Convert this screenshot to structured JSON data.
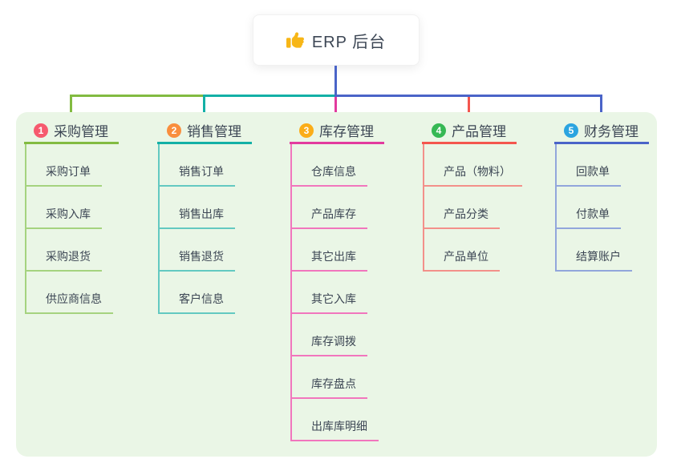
{
  "root": {
    "label": "ERP 后台",
    "icon": "thumbs-up-icon"
  },
  "colors": {
    "stem": "#4a64c8",
    "panel_bg": "#eaf6e6",
    "text": "#3c4654"
  },
  "branches": [
    {
      "index": "1",
      "label": "采购管理",
      "badge_color": "#f65a6e",
      "line_color": "#82bb41",
      "child_line_color": "#a5d37f",
      "children": [
        "采购订单",
        "采购入库",
        "采购退货",
        "供应商信息"
      ]
    },
    {
      "index": "2",
      "label": "销售管理",
      "badge_color": "#f98e3d",
      "line_color": "#13b0a6",
      "child_line_color": "#63c9c1",
      "children": [
        "销售订单",
        "销售出库",
        "销售退货",
        "客户信息"
      ]
    },
    {
      "index": "3",
      "label": "库存管理",
      "badge_color": "#fbad18",
      "line_color": "#e23a9e",
      "child_line_color": "#f176bd",
      "children": [
        "仓库信息",
        "产品库存",
        "其它出库",
        "其它入库",
        "库存调拨",
        "库存盘点",
        "出库库明细"
      ]
    },
    {
      "index": "4",
      "label": "产品管理",
      "badge_color": "#36b854",
      "line_color": "#f4564e",
      "child_line_color": "#f3908a",
      "children": [
        "产品（物料）",
        "产品分类",
        "产品单位"
      ]
    },
    {
      "index": "5",
      "label": "财务管理",
      "badge_color": "#2ba4e0",
      "line_color": "#4a64c8",
      "child_line_color": "#92a6dc",
      "children": [
        "回款单",
        "付款单",
        "结算账户"
      ]
    }
  ]
}
